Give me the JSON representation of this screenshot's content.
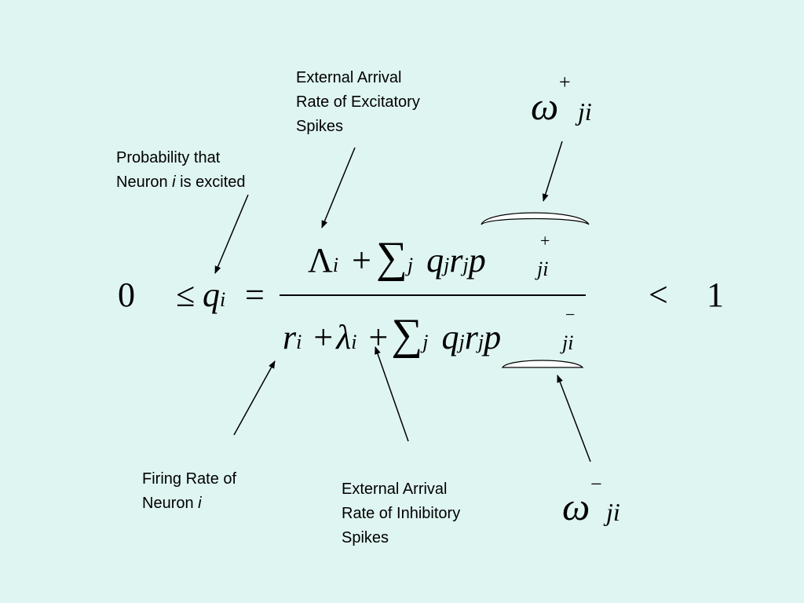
{
  "labels": {
    "excitatory": {
      "l1": "External Arrival",
      "l2": "Rate of Excitatory",
      "l3": "Spikes"
    },
    "probability": {
      "l1": "Probability that",
      "l2_pre": "Neuron ",
      "l2_var": "i",
      "l2_post": " is excited"
    },
    "firing": {
      "l1": "Firing Rate of",
      "l2_pre": "Neuron ",
      "l2_var": "i"
    },
    "inhibitory": {
      "l1": "External Arrival",
      "l2": "Rate of Inhibitory",
      "l3": "Spikes"
    }
  },
  "equation": {
    "lower_bound": "0",
    "leq": "≤",
    "q": "q",
    "i": "i",
    "equals": "=",
    "lt": "<",
    "upper_bound": "1",
    "numerator": {
      "Lambda": "Λ",
      "plus": "+",
      "sum": "∑",
      "j": "j",
      "q": "q",
      "r": "r",
      "p": "p",
      "ji": "ji",
      "sign": "+"
    },
    "denominator": {
      "r": "r",
      "plus1": "+",
      "lambda": "λ",
      "plus2": "+",
      "sum": "∑",
      "j": "j",
      "q": "q",
      "r2": "r",
      "p": "p",
      "ji": "ji",
      "sign": "−"
    }
  },
  "omega_plus": {
    "symbol": "ω",
    "sign": "+",
    "index": "ji"
  },
  "omega_minus": {
    "symbol": "ω",
    "sign": "−",
    "index": "ji"
  }
}
